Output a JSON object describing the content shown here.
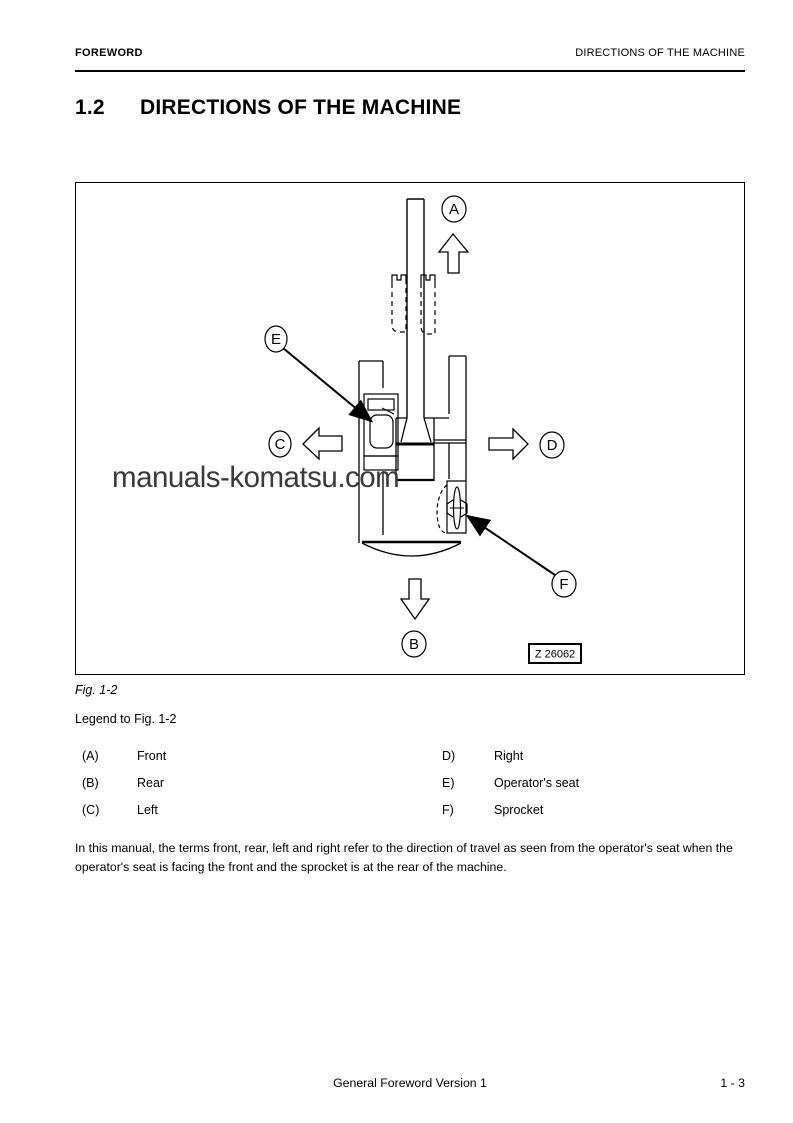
{
  "header": {
    "left": "FOREWORD",
    "right": "DIRECTIONS OF THE MACHINE"
  },
  "title": {
    "number": "1.2",
    "text": "DIRECTIONS OF THE MACHINE"
  },
  "figure": {
    "caption": "Fig. 1-2",
    "watermark": "manuals-komatsu.com",
    "drawing_code": "Z 26062",
    "labels": {
      "a": "A",
      "b": "B",
      "c": "C",
      "d": "D",
      "e": "E",
      "f": "F"
    }
  },
  "legend": {
    "heading": "Legend to Fig. 1-2",
    "left": [
      {
        "key": "(A)",
        "label": "Front"
      },
      {
        "key": "(B)",
        "label": "Rear"
      },
      {
        "key": "(C)",
        "label": "Left"
      }
    ],
    "right": [
      {
        "key": "D)",
        "label": "Right"
      },
      {
        "key": "E)",
        "label": "Operator's seat"
      },
      {
        "key": "F)",
        "label": "Sprocket"
      }
    ]
  },
  "body_text": "In this manual, the terms front, rear, left and right refer to the direction of travel as seen from the operator's seat when the operator's seat is facing the front and the sprocket is at the rear of the machine.",
  "footer": {
    "center": "General Foreword Version 1",
    "page": "1 - 3"
  },
  "colors": {
    "ink": "#000000",
    "watermark": "#3a3a3a"
  }
}
